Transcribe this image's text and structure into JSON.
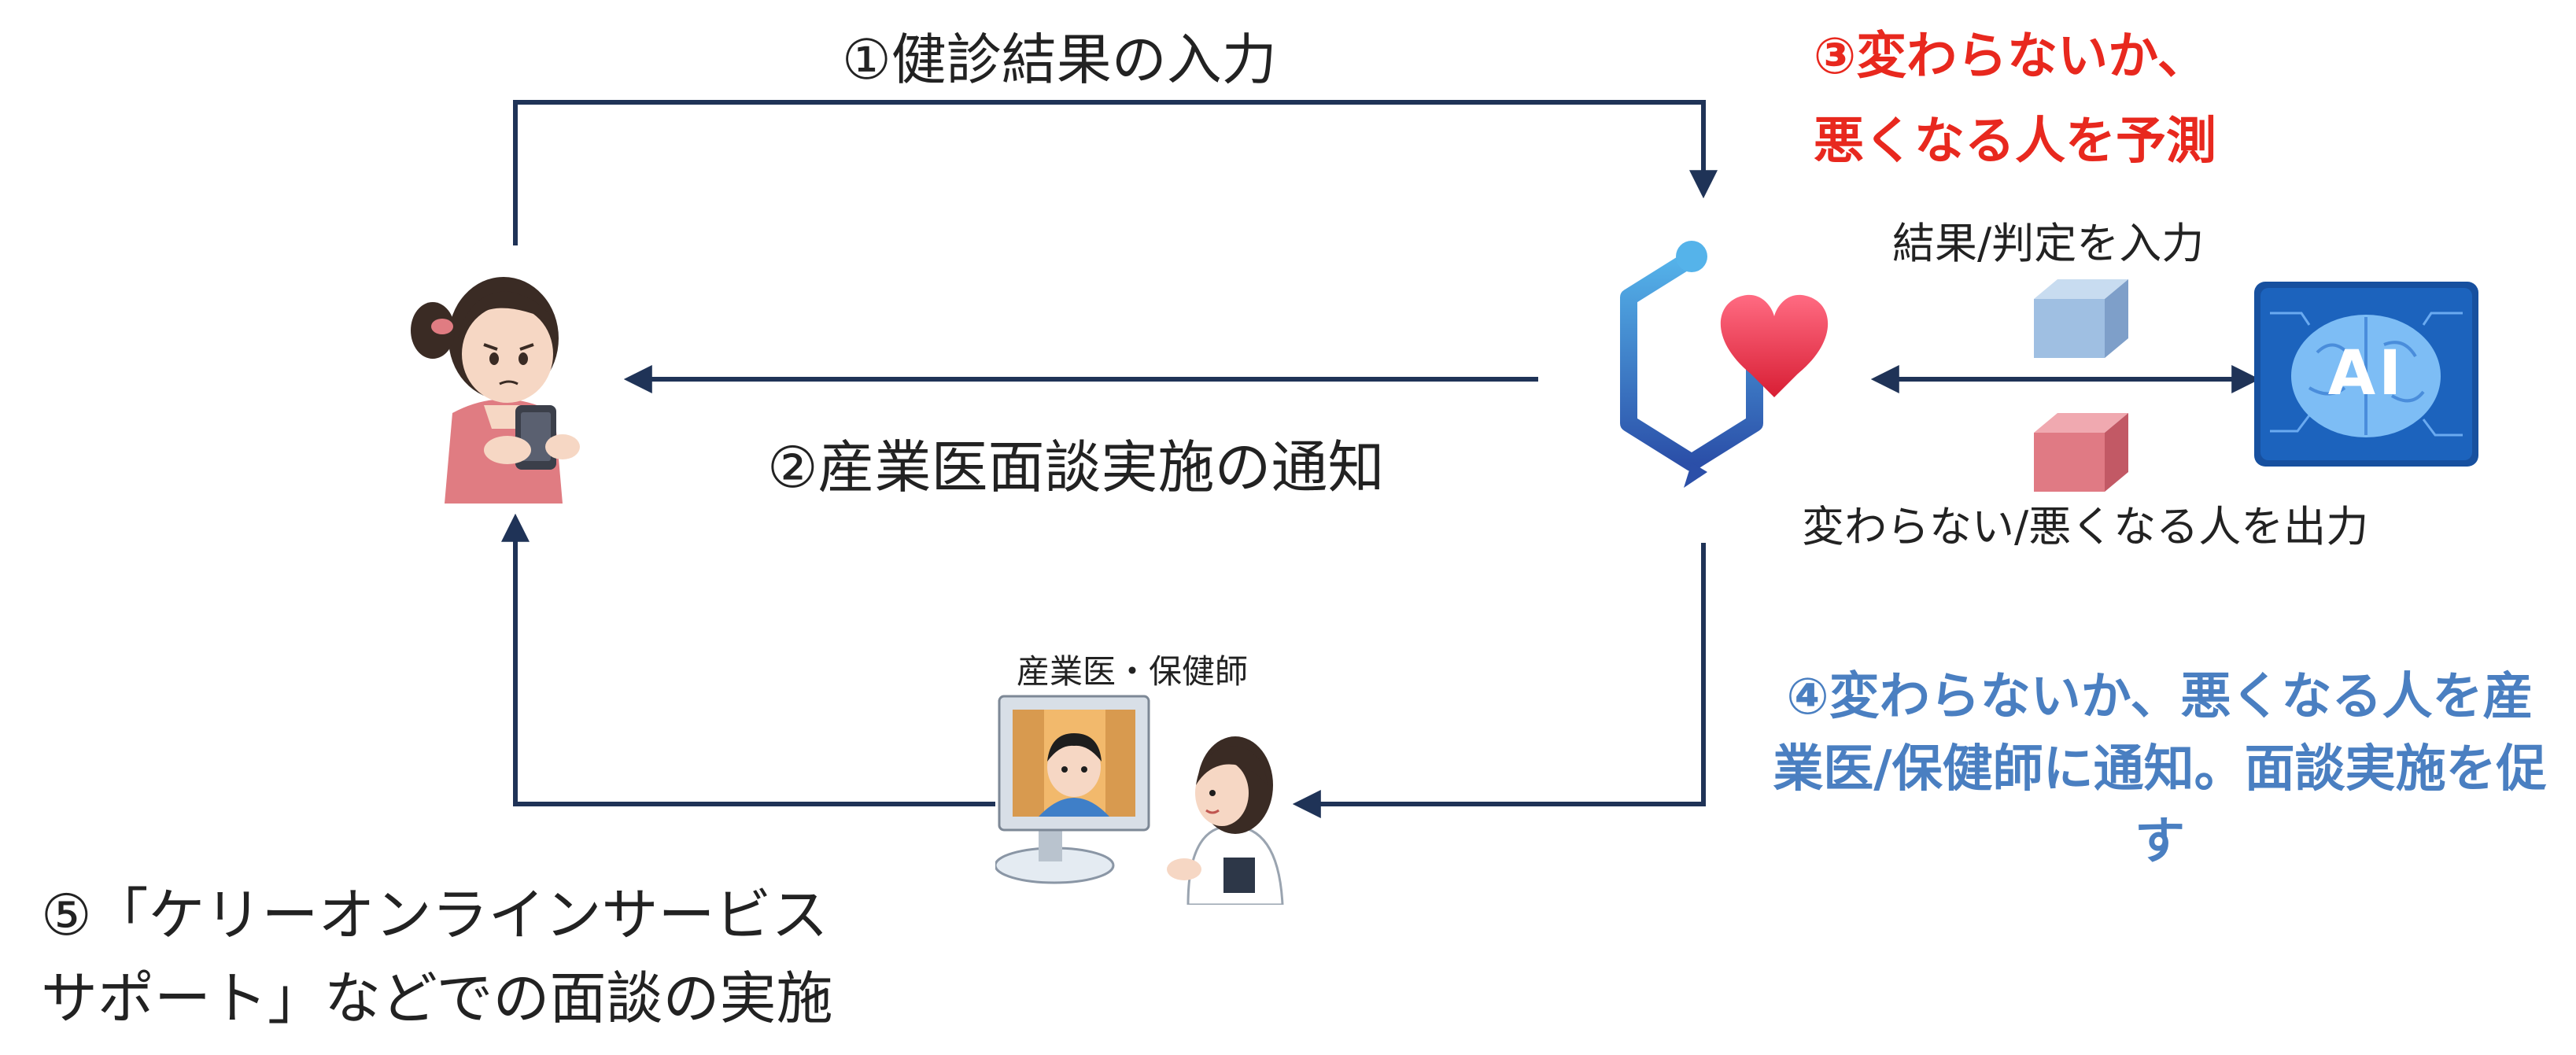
{
  "labels": {
    "step1": "①健診結果の入力",
    "step2": "②産業医面談実施の通知",
    "step3_line1": "③変わらないか、",
    "step3_line2": "悪くなる人を予測",
    "step4": "④変わらないか、悪くなる人を産業医/保健師に通知。面談実施を促す",
    "step5_line1": "⑤「ケリーオンラインサービス",
    "step5_line2": "サポート」などでの面談の実施",
    "input_label": "結果/判定を入力",
    "output_label": "変わらない/悪くなる人を出力",
    "staff_label": "産業医・保健師",
    "ai_text": "AI"
  },
  "colors": {
    "arrow": "#1f3357",
    "red_text": "#e8281e",
    "blue_text": "#4a7fc1",
    "heart": "#e8263c",
    "hexagon": "#3a7fd0",
    "ai_bg": "#1a57a8",
    "input_cube": "#8fb2dc",
    "output_cube": "#dc6d78"
  },
  "icons": {
    "employee": "woman-with-smartphone-icon",
    "app": "health-app-logo-icon",
    "ai": "ai-brain-icon",
    "staff": "video-consultation-icon"
  }
}
